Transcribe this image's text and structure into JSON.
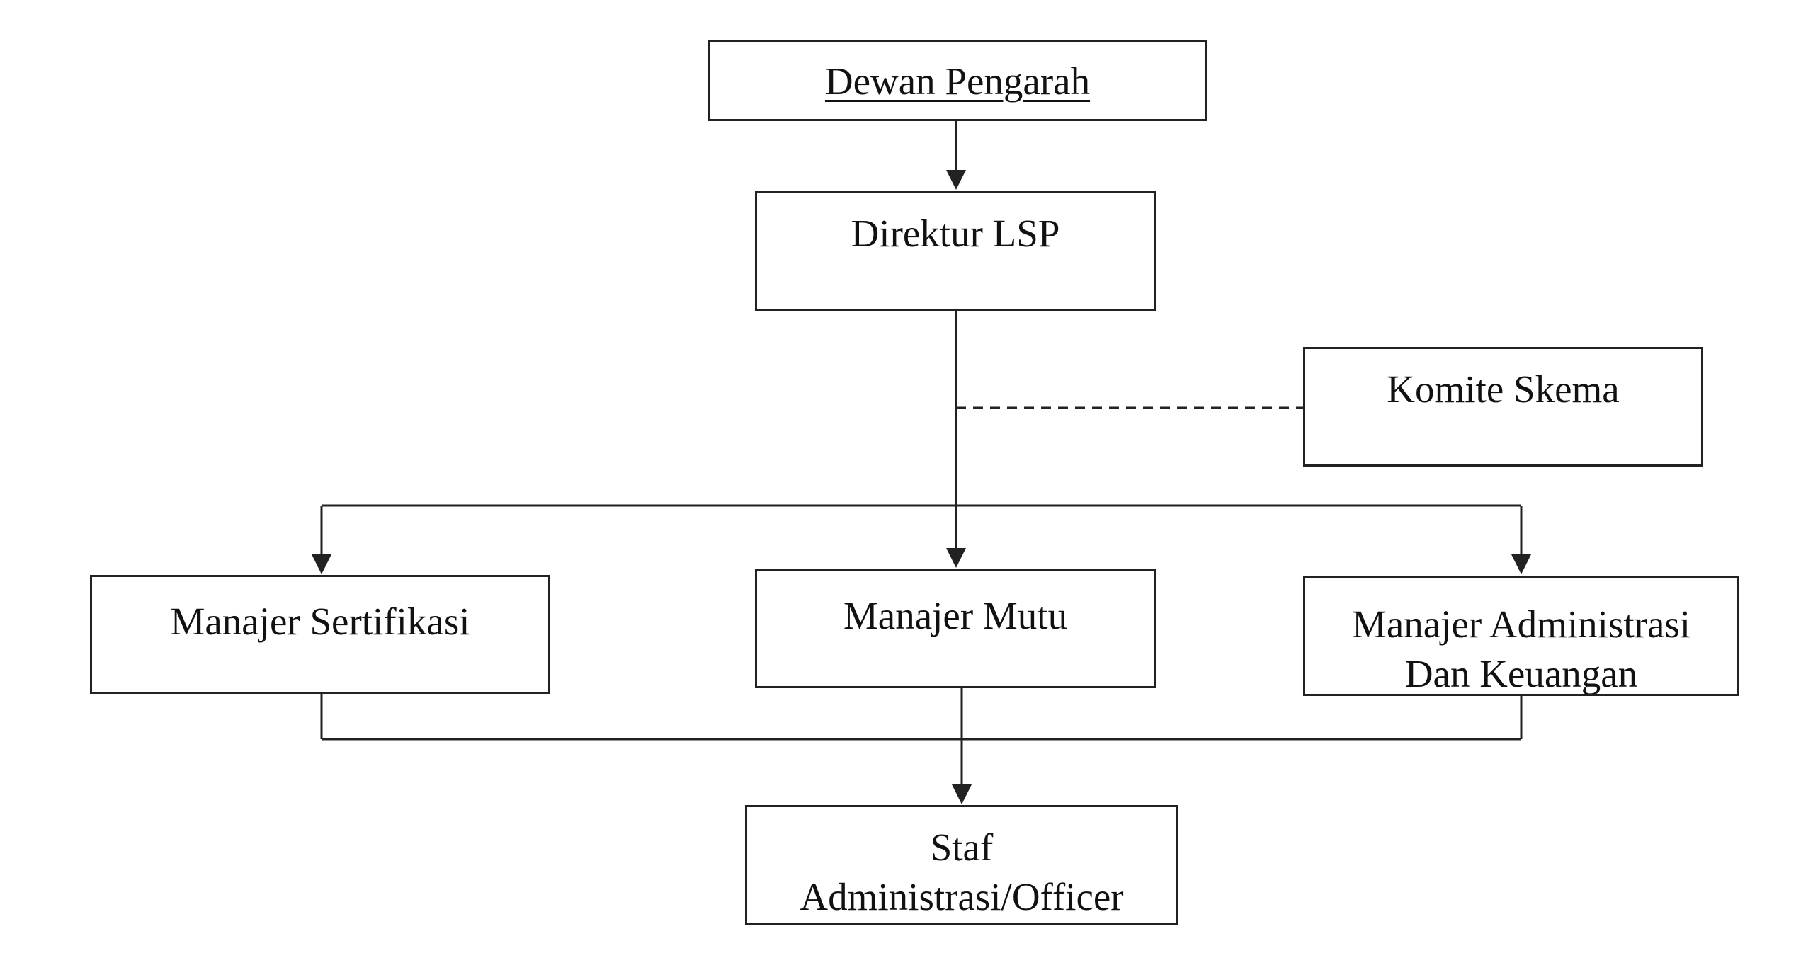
{
  "diagram": {
    "nodes": {
      "dewan_pengarah": {
        "label": "Dewan Pengarah"
      },
      "direktur_lsp": {
        "label": "Direktur LSP"
      },
      "komite_skema": {
        "label": "Komite Skema"
      },
      "manajer_sertifikasi": {
        "label": "Manajer Sertifikasi"
      },
      "manajer_mutu": {
        "label": "Manajer Mutu"
      },
      "manajer_admin": {
        "label_line1": "Manajer Administrasi",
        "label_line2": "Dan Keuangan"
      },
      "staf_admin": {
        "label_line1": "Staf",
        "label_line2": "Administrasi/Officer"
      }
    },
    "edges": [
      {
        "from": "Dewan Pengarah",
        "to": "Direktur LSP",
        "style": "solid-arrow"
      },
      {
        "from": "Direktur LSP",
        "to": "Komite Skema",
        "style": "dashed"
      },
      {
        "from": "Direktur LSP",
        "to": "Manajer Sertifikasi",
        "style": "solid-arrow"
      },
      {
        "from": "Direktur LSP",
        "to": "Manajer Mutu",
        "style": "solid-arrow"
      },
      {
        "from": "Direktur LSP",
        "to": "Manajer Administrasi Dan Keuangan",
        "style": "solid-arrow"
      },
      {
        "from": "Manajer Sertifikasi",
        "to": "Staf Administrasi/Officer",
        "style": "solid-arrow"
      },
      {
        "from": "Manajer Mutu",
        "to": "Staf Administrasi/Officer",
        "style": "solid-arrow"
      },
      {
        "from": "Manajer Administrasi Dan Keuangan",
        "to": "Staf Administrasi/Officer",
        "style": "solid-arrow"
      }
    ],
    "colors": {
      "line": "#222222",
      "background": "#ffffff"
    }
  }
}
